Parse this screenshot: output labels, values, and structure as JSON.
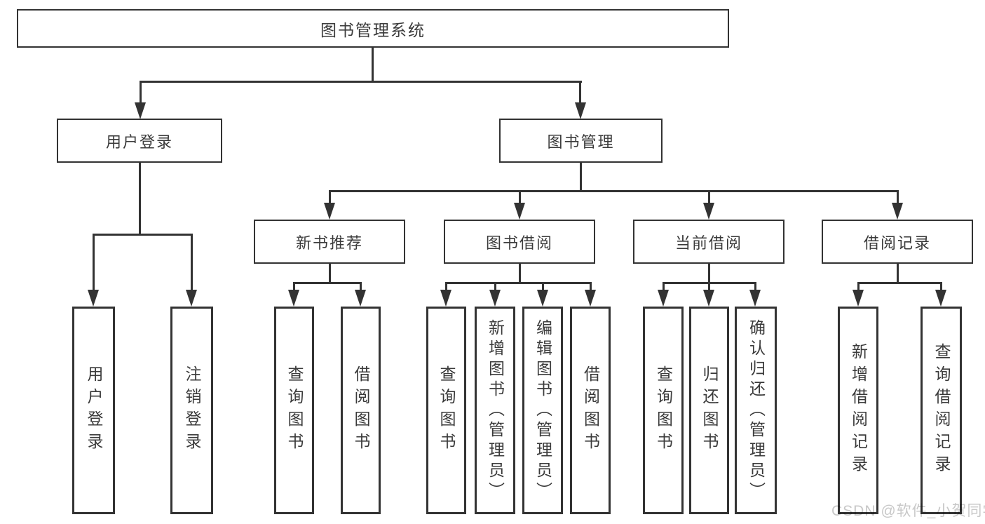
{
  "tree": {
    "root": {
      "label": "图书管理系统",
      "children": [
        {
          "label": "用户登录",
          "children": [
            {
              "label": "用户登录"
            },
            {
              "label": "注销登录"
            }
          ]
        },
        {
          "label": "图书管理",
          "children": [
            {
              "label": "新书推荐",
              "children": [
                {
                  "label": "查询图书"
                },
                {
                  "label": "借阅图书"
                }
              ]
            },
            {
              "label": "图书借阅",
              "children": [
                {
                  "label": "查询图书"
                },
                {
                  "label": "新增图书（管理员）"
                },
                {
                  "label": "编辑图书（管理员）"
                },
                {
                  "label": "借阅图书"
                }
              ]
            },
            {
              "label": "当前借阅",
              "children": [
                {
                  "label": "查询图书"
                },
                {
                  "label": "归还图书"
                },
                {
                  "label": "确认归还（管理员）"
                }
              ]
            },
            {
              "label": "借阅记录",
              "children": [
                {
                  "label": "新增借阅记录"
                },
                {
                  "label": "查询借阅记录"
                }
              ]
            }
          ]
        }
      ]
    }
  },
  "watermark": {
    "text": "CSDN @软件_小贺同学"
  },
  "colors": {
    "line": "#333333",
    "text": "#3a3a3a",
    "watermark": "#c8c8c8",
    "background": "#ffffff"
  }
}
